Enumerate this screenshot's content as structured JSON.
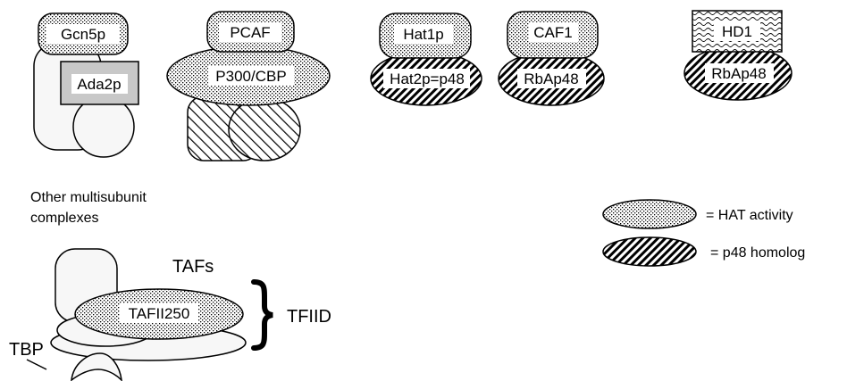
{
  "complexes": {
    "gcn5": {
      "hat": "Gcn5p",
      "adaptor": "Ada2p"
    },
    "pcaf": {
      "hat": "PCAF",
      "coactivator": "P300/CBP"
    },
    "hat1": {
      "hat": "Hat1p",
      "p48": "Hat2p=p48"
    },
    "caf1": {
      "hat": "CAF1",
      "p48": "RbAp48"
    },
    "hd1": {
      "deacetylase": "HD1",
      "p48": "RbAp48"
    }
  },
  "other": {
    "heading_line1": "Other multisubunit",
    "heading_line2": "complexes",
    "tafs": "TAFs",
    "tafii250": "TAFII250",
    "tfiid": "TFIID",
    "tbp": "TBP"
  },
  "legend": {
    "hat_label": "= HAT activity",
    "p48_label": "= p48 homolog"
  },
  "patterns": {
    "hat": "dotted",
    "p48": "hatched",
    "diag": "diagonal-lines",
    "hd1": "wavy"
  }
}
